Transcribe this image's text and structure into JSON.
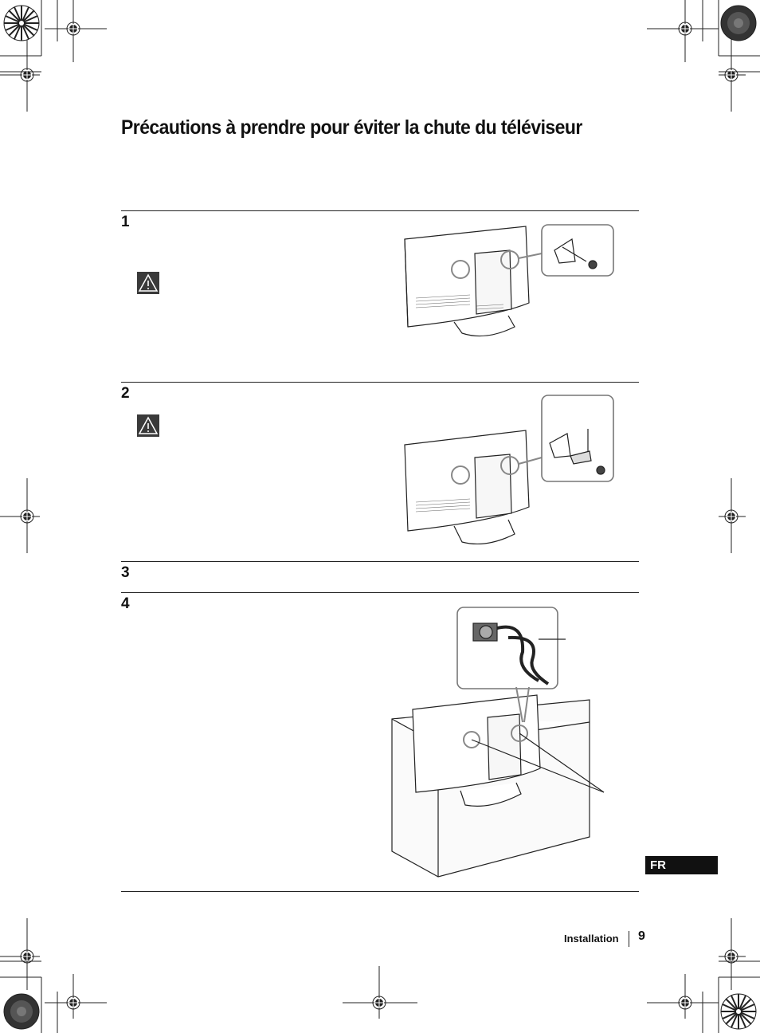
{
  "title": "Précautions à prendre pour éviter la chute du téléviseur",
  "steps": [
    {
      "number": "1"
    },
    {
      "number": "2"
    },
    {
      "number": "3"
    },
    {
      "number": "4"
    }
  ],
  "icons": {
    "warning": "warning-icon",
    "registration": "registration-mark-icon",
    "color_wheel": "color-wheel-icon"
  },
  "language_tab": "FR",
  "footer": {
    "section": "Installation",
    "page_number": "9"
  },
  "colors": {
    "text": "#111111",
    "tab_background": "#111111",
    "warning_fill": "#3a3a3a",
    "highlight_circle": "#888888"
  }
}
